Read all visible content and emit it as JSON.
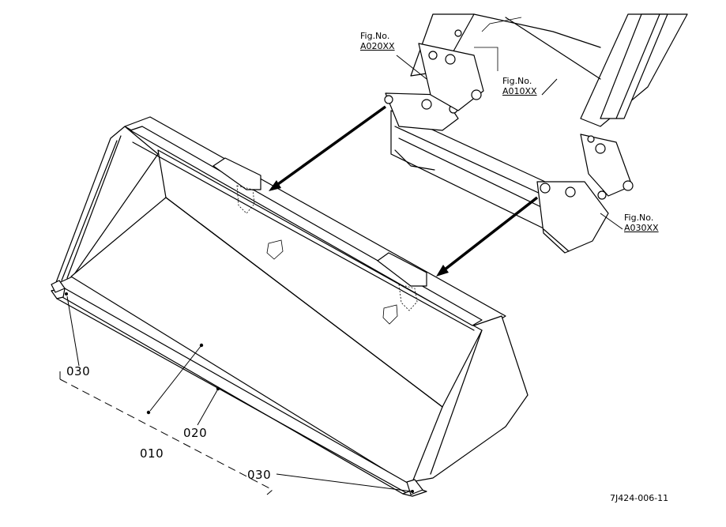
{
  "labels": {
    "part_030_left": "030",
    "part_020": "020",
    "part_010": "010",
    "part_030_bottom": "030"
  },
  "figure_refs": [
    {
      "prefix": "Fig.No.",
      "ref": "A020XX"
    },
    {
      "prefix": "Fig.No.",
      "ref": "A010XX"
    },
    {
      "prefix": "Fig.No.",
      "ref": "A030XX"
    }
  ],
  "drawing_code": "7J424-006-11"
}
